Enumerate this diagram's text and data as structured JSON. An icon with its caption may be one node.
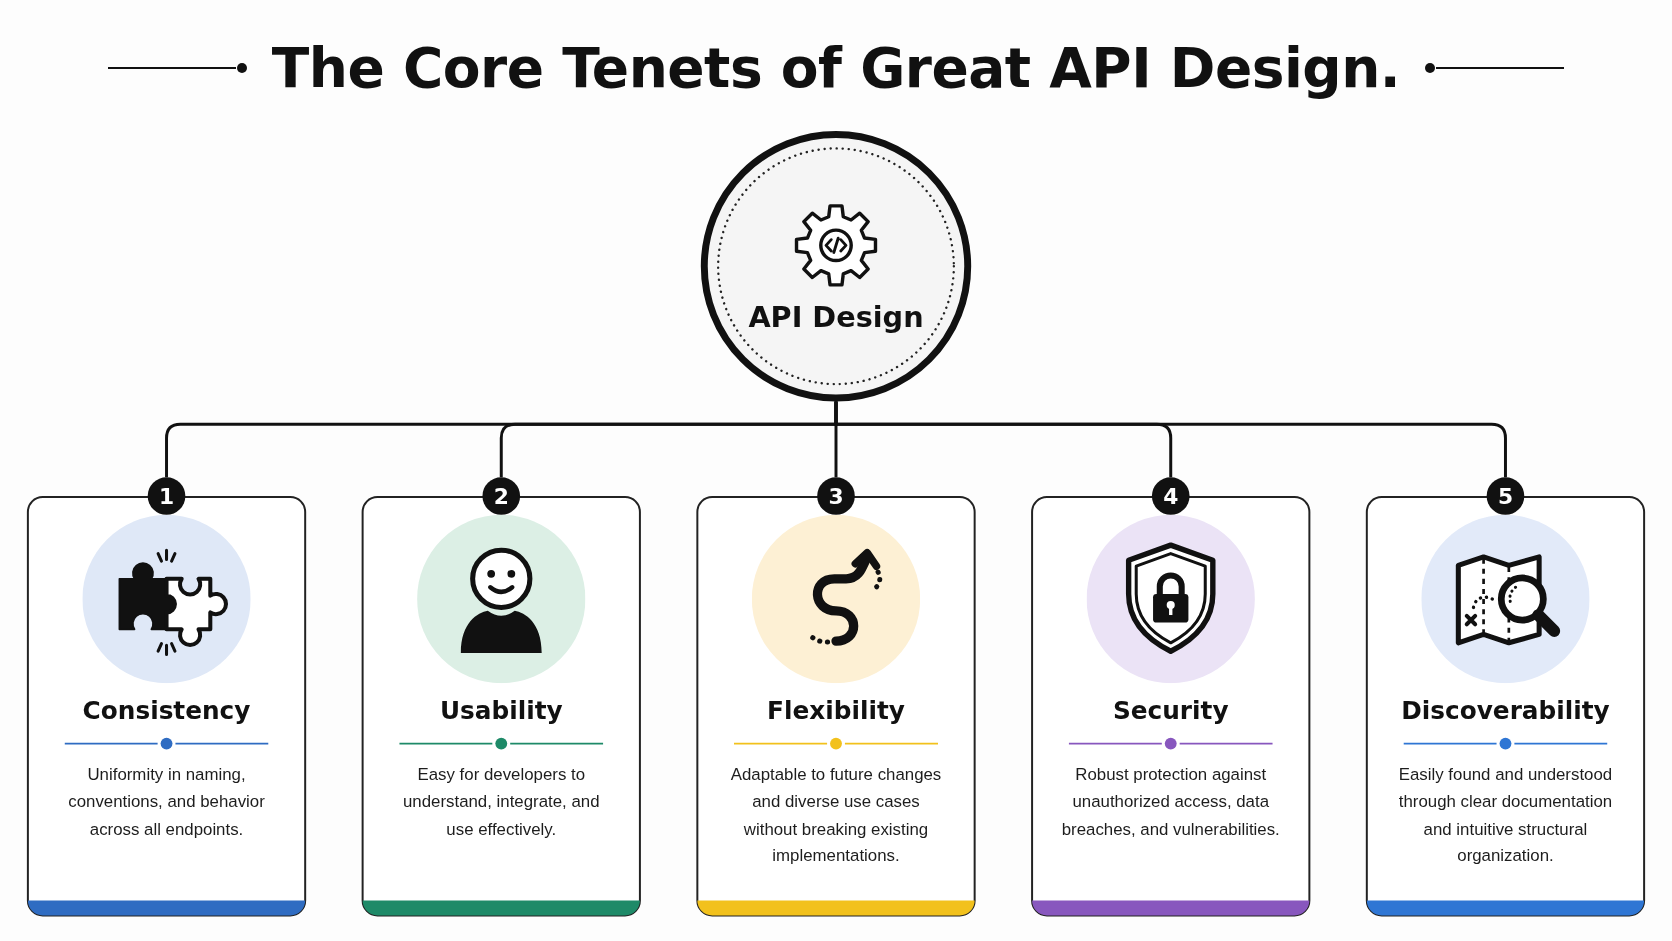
{
  "diagram": {
    "title": "The Core Tenets of Great API Design.",
    "nodes": [
      {
        "text": [
          "API Design"
        ]
      },
      {
        "text": [
          "Consistency",
          "Uniformity in naming, conventions, and behavior across all endpoints."
        ],
        "beside": [
          "1"
        ]
      },
      {
        "text": [
          "Usability",
          "Easy for developers to understand, integrate, and use effectively."
        ],
        "beside": [
          "2"
        ]
      },
      {
        "text": [
          "Flexibility",
          "Adaptable to future changes and diverse use cases without breaking existing implementations."
        ],
        "beside": [
          "3"
        ]
      },
      {
        "text": [
          "Security",
          "Robust protection against unauthorized access, data breaches, and vulnerabilities."
        ],
        "beside": [
          "4"
        ]
      },
      {
        "text": [
          "Discoverability",
          "Easily found and understood through clear documentation and intuitive structural organization."
        ],
        "beside": [
          "5"
        ]
      }
    ],
    "edges": [
      {
        "from": 0,
        "to": 1,
        "arrow": "none"
      },
      {
        "from": 0,
        "to": 2,
        "arrow": "none"
      },
      {
        "from": 0,
        "to": 3,
        "arrow": "none"
      },
      {
        "from": 0,
        "to": 4,
        "arrow": "none"
      },
      {
        "from": 0,
        "to": 5,
        "arrow": "none"
      }
    ]
  }
}
